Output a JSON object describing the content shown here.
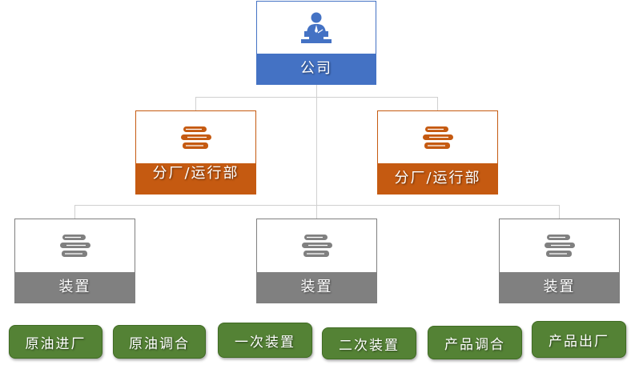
{
  "company": {
    "label": "公司",
    "icon": "presenter-podium-icon",
    "color": "#4472c4"
  },
  "branches": [
    {
      "label": "分厂/运行部",
      "icon": "books-icon",
      "color": "#c55a11"
    },
    {
      "label": "分厂/运行部",
      "icon": "books-icon",
      "color": "#c55a11"
    }
  ],
  "units": [
    {
      "label": "装置",
      "icon": "books-icon",
      "color": "#808080"
    },
    {
      "label": "装置",
      "icon": "books-icon",
      "color": "#808080"
    },
    {
      "label": "装置",
      "icon": "books-icon",
      "color": "#808080"
    }
  ],
  "processes": {
    "color": "#548235",
    "items": [
      "原油进厂",
      "原油调合",
      "一次装置",
      "二次装置",
      "产品调合",
      "产品出厂"
    ]
  },
  "connector_color": "#d0d0d0"
}
